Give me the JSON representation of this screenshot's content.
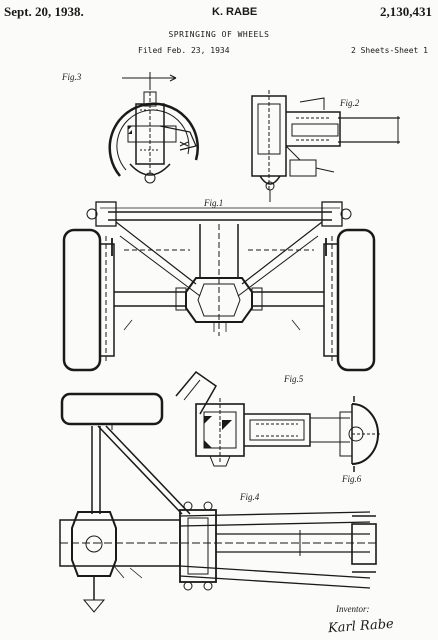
{
  "header": {
    "date": "Sept. 20, 1938.",
    "inventor": "K. RABE",
    "patent_number": "2,130,431",
    "title": "SPRINGING OF WHEELS",
    "filed": "Filed Feb. 23, 1934",
    "sheets": "2 Sheets-Sheet 1"
  },
  "figures": {
    "fig1": "Fig.1",
    "fig2": "Fig.2",
    "fig3": "Fig.3",
    "fig4": "Fig.4",
    "fig5": "Fig.5",
    "fig6": "Fig.6"
  },
  "footer": {
    "inventor_label": "Inventor:",
    "signature": "Karl Rabe"
  }
}
